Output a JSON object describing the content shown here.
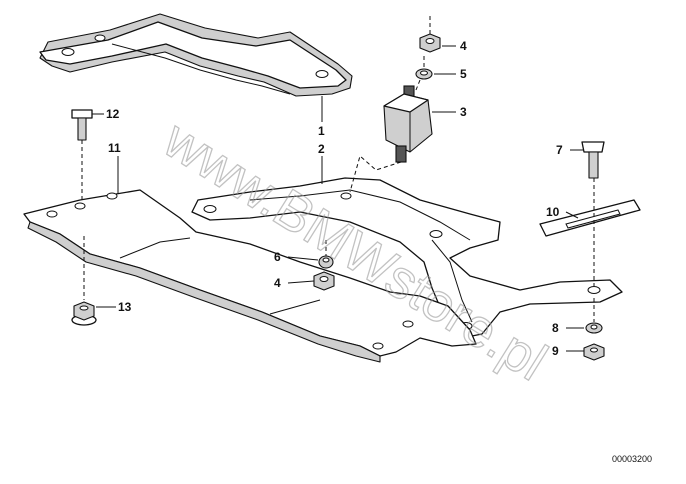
{
  "callouts": {
    "c1": "1",
    "c2": "2",
    "c3": "3",
    "c4a": "4",
    "c4b": "4",
    "c5": "5",
    "c6": "6",
    "c7": "7",
    "c8": "8",
    "c9": "9",
    "c10": "10",
    "c11": "11",
    "c12": "12",
    "c13": "13"
  },
  "watermark": "www.BMWstore.pl",
  "diagram_code": "00003200"
}
